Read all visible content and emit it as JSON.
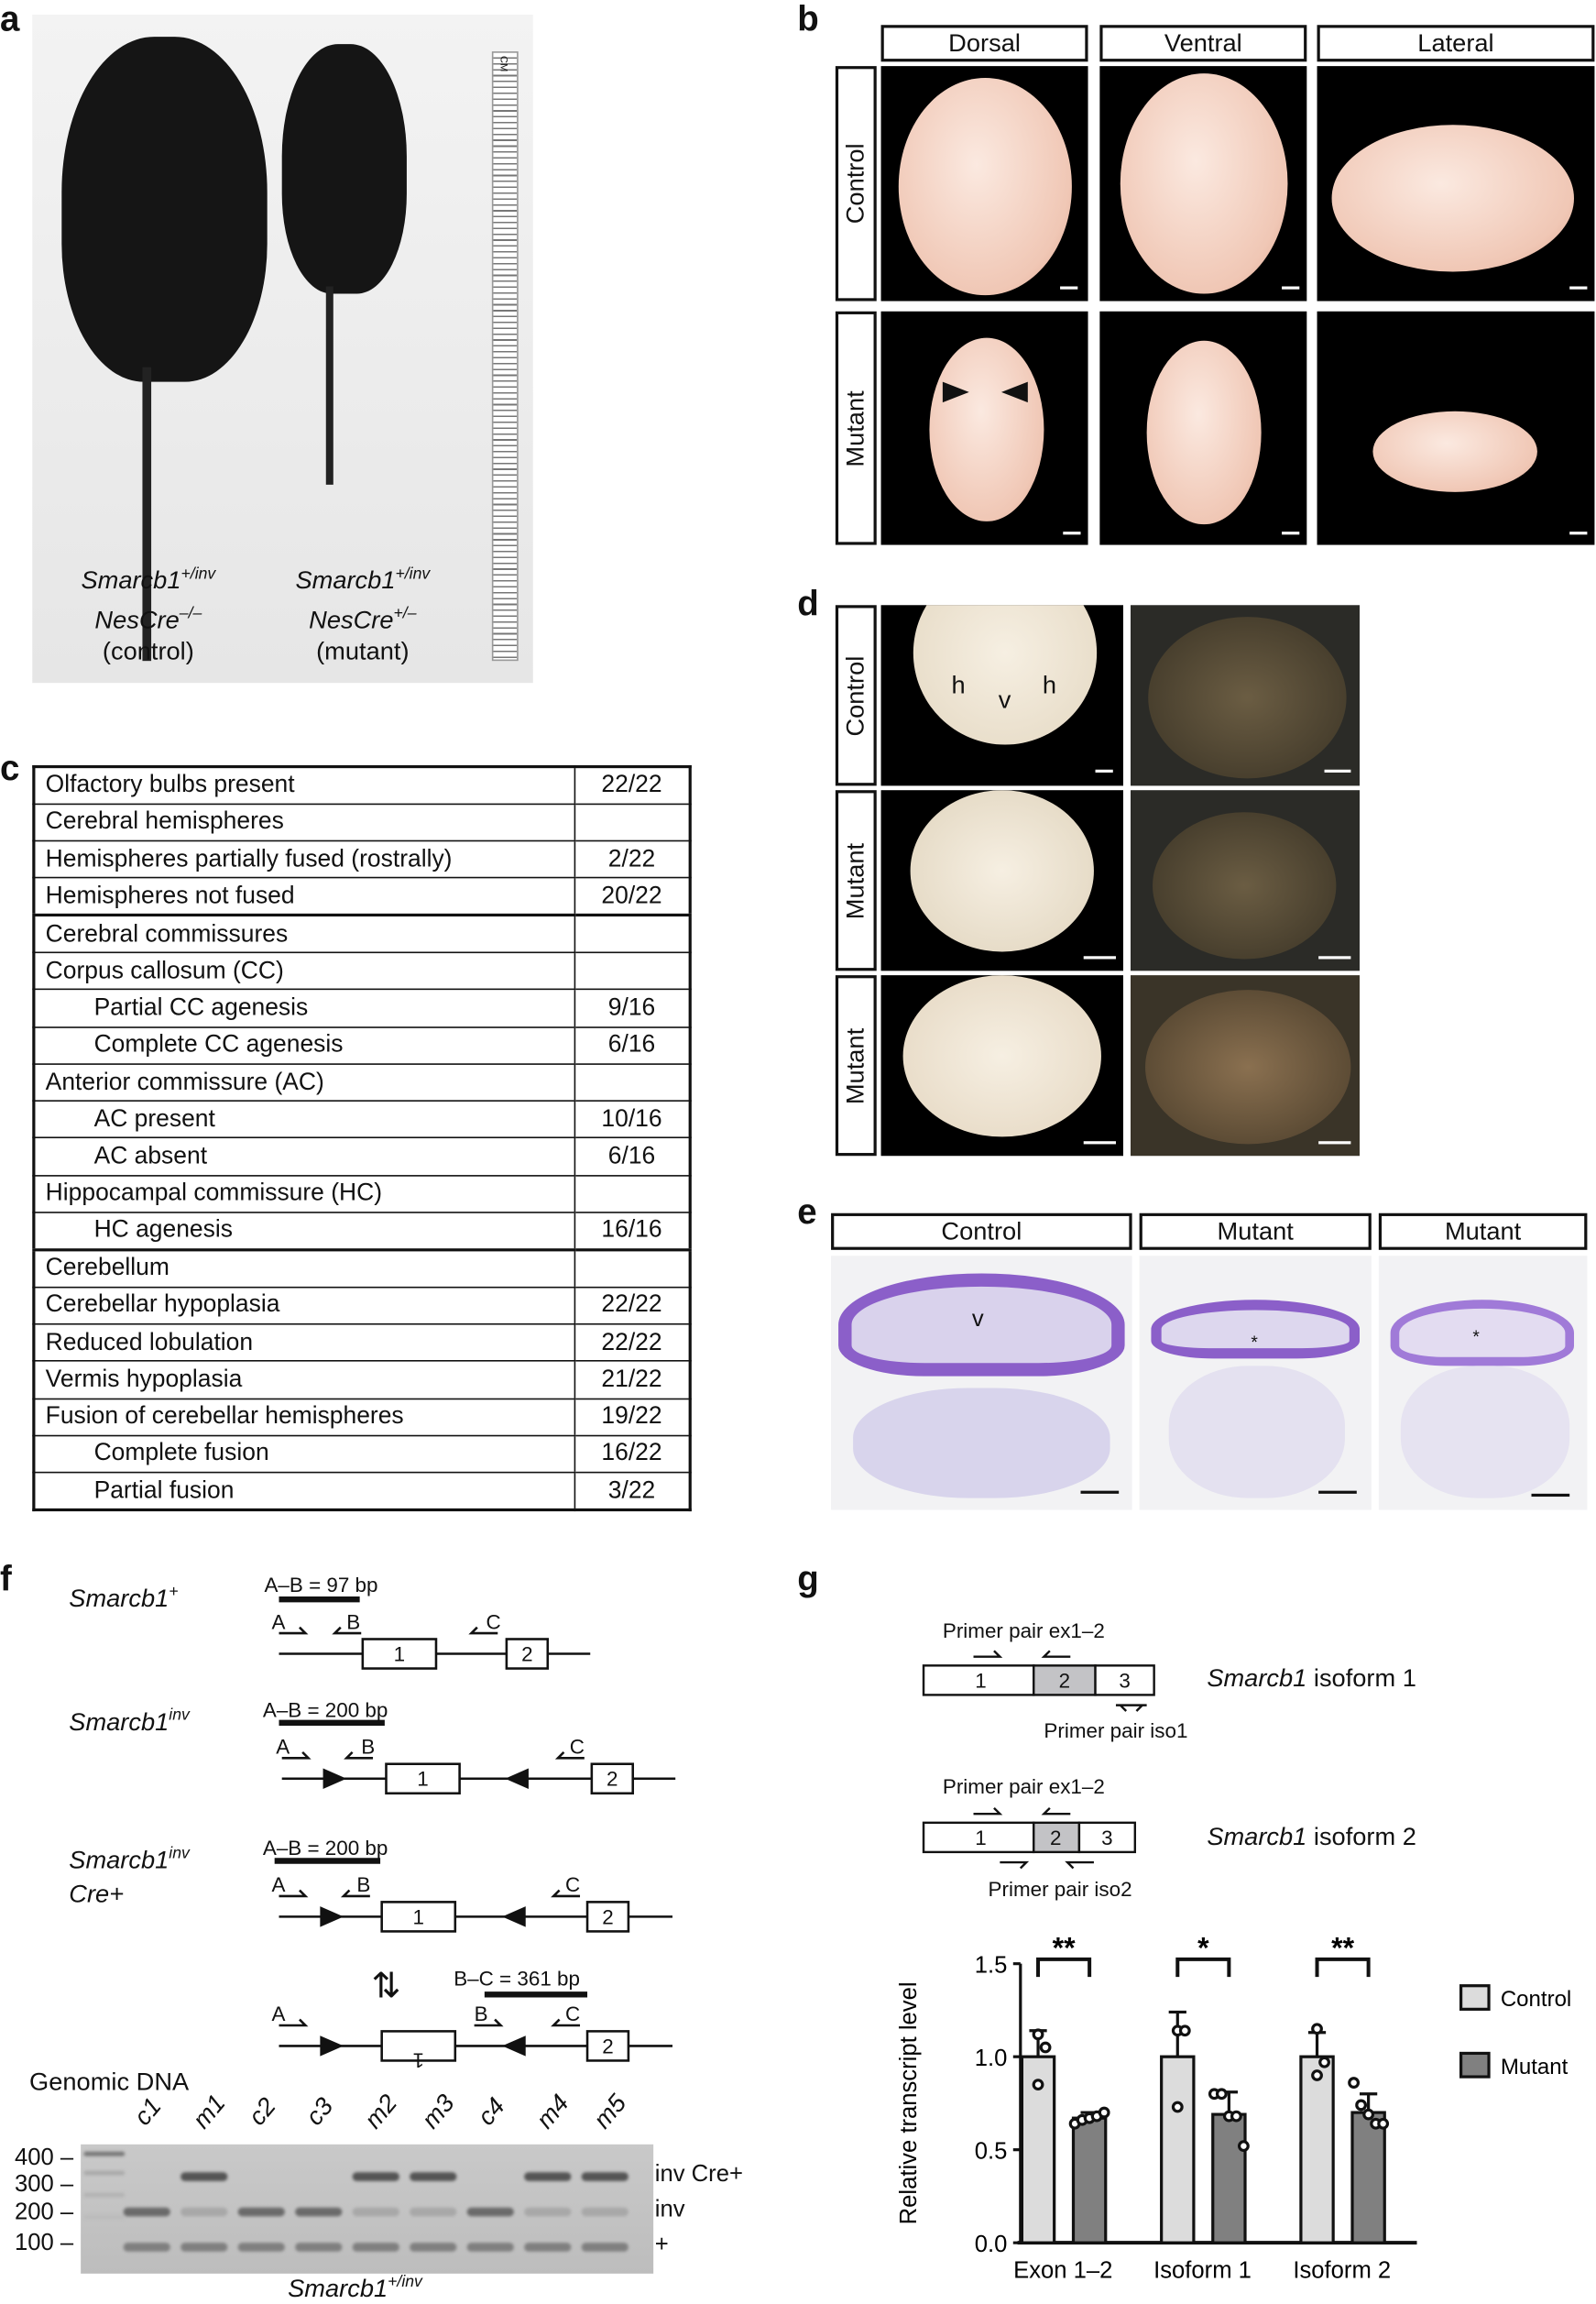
{
  "panels": {
    "a": "a",
    "b": "b",
    "c": "c",
    "d": "d",
    "e": "e",
    "f": "f",
    "g": "g"
  },
  "panel_a": {
    "ruler_unit": "CM",
    "mice": [
      {
        "gene": "Smarcb1",
        "gene_sup": "+/inv",
        "cre": "NesCre",
        "cre_sup": "–/–",
        "group": "(control)"
      },
      {
        "gene": "Smarcb1",
        "gene_sup": "+/inv",
        "cre": "NesCre",
        "cre_sup": "+/–",
        "group": "(mutant)"
      }
    ]
  },
  "panel_b": {
    "columns": [
      "Dorsal",
      "Ventral",
      "Lateral"
    ],
    "rows": [
      "Control",
      "Mutant"
    ]
  },
  "panel_c": {
    "rows": [
      {
        "label": "Olfactory bulbs present",
        "value": "22/22",
        "indent": false
      },
      {
        "label": "Cerebral hemispheres",
        "value": "",
        "indent": false
      },
      {
        "label": "Hemispheres partially fused (rostrally)",
        "value": "2/22",
        "indent": false
      },
      {
        "label": "Hemispheres not fused",
        "value": "20/22",
        "indent": false
      },
      {
        "label": "Cerebral commissures",
        "value": "",
        "indent": false
      },
      {
        "label": "Corpus callosum (CC)",
        "value": "",
        "indent": false
      },
      {
        "label": "Partial CC agenesis",
        "value": "9/16",
        "indent": true
      },
      {
        "label": "Complete CC agenesis",
        "value": "6/16",
        "indent": true
      },
      {
        "label": "Anterior commissure (AC)",
        "value": "",
        "indent": false
      },
      {
        "label": "AC present",
        "value": "10/16",
        "indent": true
      },
      {
        "label": "AC absent",
        "value": "6/16",
        "indent": true
      },
      {
        "label": "Hippocampal commissure (HC)",
        "value": "",
        "indent": false
      },
      {
        "label": "HC agenesis",
        "value": "16/16",
        "indent": true
      },
      {
        "label": "Cerebellum",
        "value": "",
        "indent": false
      },
      {
        "label": "Cerebellar hypoplasia",
        "value": "22/22",
        "indent": false
      },
      {
        "label": "Reduced lobulation",
        "value": "22/22",
        "indent": false
      },
      {
        "label": "Vermis hypoplasia",
        "value": "21/22",
        "indent": false
      },
      {
        "label": "Fusion of cerebellar hemispheres",
        "value": "19/22",
        "indent": false
      },
      {
        "label": "Complete fusion",
        "value": "16/22",
        "indent": true
      },
      {
        "label": "Partial fusion",
        "value": "3/22",
        "indent": true
      }
    ]
  },
  "panel_d": {
    "rows": [
      "Control",
      "Mutant",
      "Mutant"
    ],
    "annotations": {
      "h": "h",
      "v": "v"
    }
  },
  "panel_e": {
    "columns": [
      "Control",
      "Mutant",
      "Mutant"
    ],
    "annotations": {
      "v": "v",
      "star": "*"
    }
  },
  "panel_f": {
    "alleles": [
      {
        "gene": "Smarcb1",
        "sup": "+",
        "extra": "",
        "product": "A–B = 97 bp"
      },
      {
        "gene": "Smarcb1",
        "sup": "inv",
        "extra": "",
        "product": "A–B = 200 bp"
      },
      {
        "gene": "Smarcb1",
        "sup": "inv",
        "extra": "Cre+",
        "product": "A–B = 200 bp"
      },
      {
        "gene": "",
        "sup": "",
        "extra": "",
        "product": "B–C = 361 bp"
      }
    ],
    "primers": {
      "a": "A",
      "b": "B",
      "c": "C"
    },
    "exons": [
      "1",
      "2"
    ],
    "exchange_symbol": "⇅",
    "gel": {
      "title": "Genomic DNA",
      "lanes": [
        "c1",
        "m1",
        "c2",
        "c3",
        "m2",
        "m3",
        "c4",
        "m4",
        "m5"
      ],
      "size_markers": [
        "400",
        "300",
        "200",
        "100"
      ],
      "band_labels": [
        "inv Cre+",
        "inv",
        "+"
      ],
      "genotype_gene": "Smarcb1",
      "genotype_sup": "+/inv",
      "bands": {
        "inv_cre": [
          0,
          1,
          0,
          0,
          1,
          1,
          0,
          1,
          1
        ],
        "inv": [
          1,
          0.3,
          1,
          1,
          0.3,
          0.3,
          1,
          0.3,
          0.3
        ],
        "wt": [
          1,
          1,
          1,
          1,
          1,
          1,
          1,
          1,
          1
        ]
      }
    }
  },
  "panel_g": {
    "isoforms": [
      {
        "gene": "Smarcb1",
        "name": "isoform 1",
        "exons": [
          "1",
          "2",
          "3"
        ],
        "primer_top": "Primer pair ex1–2",
        "primer_bottom": "Primer pair iso1"
      },
      {
        "gene": "Smarcb1",
        "name": "isoform 2",
        "exons": [
          "1",
          "2",
          "3"
        ],
        "primer_top": "Primer pair ex1–2",
        "primer_bottom": "Primer pair iso2"
      }
    ]
  },
  "chart_data": {
    "type": "bar",
    "ylabel": "Relative transcript level",
    "categories": [
      "Exon 1–2",
      "Isoform 1",
      "Isoform 2"
    ],
    "ylim": [
      0,
      1.5
    ],
    "yticks": [
      "0.0",
      "0.5",
      "1.0",
      "1.5"
    ],
    "legend_position": "right",
    "significance": [
      "**",
      "*",
      "**"
    ],
    "series": [
      {
        "name": "Control",
        "color": "#dcdcdc",
        "values": [
          1.0,
          1.0,
          1.0
        ],
        "error": [
          0.14,
          0.24,
          0.13
        ],
        "points": [
          [
            1.12,
            1.05,
            0.85
          ],
          [
            1.14,
            1.14,
            0.73
          ],
          [
            1.15,
            0.97,
            0.9
          ]
        ]
      },
      {
        "name": "Mutant",
        "color": "#808080",
        "values": [
          0.67,
          0.69,
          0.7
        ],
        "error": [
          0.03,
          0.12,
          0.1
        ],
        "points": [
          [
            0.64,
            0.66,
            0.67,
            0.68,
            0.7
          ],
          [
            0.8,
            0.8,
            0.68,
            0.68,
            0.52
          ],
          [
            0.86,
            0.74,
            0.69,
            0.64,
            0.64
          ]
        ]
      }
    ]
  }
}
